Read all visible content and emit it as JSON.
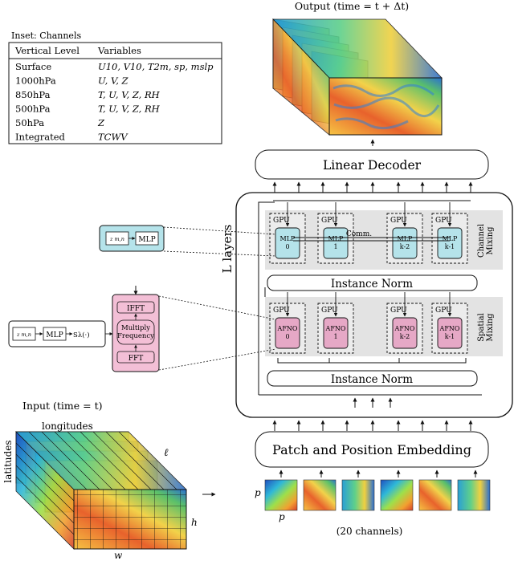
{
  "output": {
    "label": "Output (time = t + Δt)"
  },
  "inset": {
    "title": "Inset: Channels",
    "col_level": "Vertical Level",
    "col_vars": "Variables",
    "rows": [
      {
        "level": "Surface",
        "vars": "U10, V10, T2m, sp, mslp"
      },
      {
        "level": "1000hPa",
        "vars": "U, V, Z"
      },
      {
        "level": "850hPa",
        "vars": "T, U, V, Z, RH"
      },
      {
        "level": "500hPa",
        "vars": "T, U, V, Z, RH"
      },
      {
        "level": "50hPa",
        "vars": "Z"
      },
      {
        "level": "Integrated",
        "vars": "TCWV"
      }
    ]
  },
  "decoder": {
    "label": "Linear Decoder"
  },
  "layers": {
    "label": "L layers",
    "channel_mixing": "Channel\nMixing",
    "spatial_mixing": "Spatial\nMixing",
    "comm": "Comm.",
    "gpu": "GPU",
    "mlp_blocks": [
      "MLP\n0",
      "MLP\n1",
      "MLP\nk-2",
      "MLP\nk-1"
    ],
    "afno_blocks": [
      "AFNO\n0",
      "AFNO\n1",
      "AFNO\nk-2",
      "AFNO\nk-1"
    ],
    "norm_top": "Instance Norm",
    "norm_bottom": "Instance Norm"
  },
  "mlp_detail": {
    "input": "z m,n",
    "block": "MLP"
  },
  "afno_detail": {
    "input": "z m,n",
    "block": "MLP",
    "output": "Sλ(·)"
  },
  "fft_stack": {
    "ifft": "IFFT",
    "multiply": "Multiply\nFrequency",
    "fft": "FFT"
  },
  "embedding": {
    "label": "Patch and Position Embedding"
  },
  "patch_p_vertical": "p",
  "patch_p_horizontal": "p",
  "channels_note": "(20 channels)",
  "input": {
    "label": "Input (time = t)",
    "longitudes": "longitudes",
    "latitudes": "latitudes",
    "ell": "ℓ",
    "h": "h",
    "w": "w"
  },
  "colors": {
    "mlp_fill": "#b5e3ea",
    "afno_fill": "#e6a8c6",
    "mixing_band": "#e3e3e3",
    "fft_fill": "#f3bfd6"
  }
}
